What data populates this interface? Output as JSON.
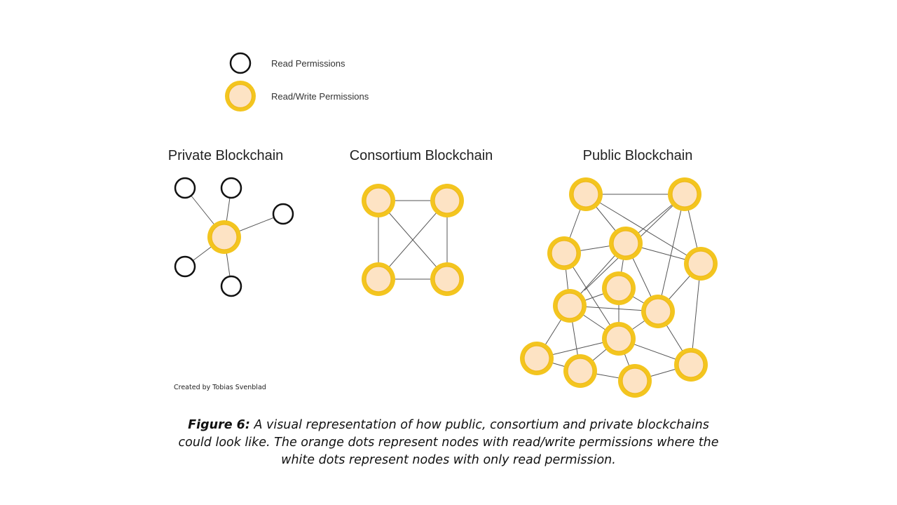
{
  "legend": {
    "read": "Read Permissions",
    "read_write": "Read/Write Permissions"
  },
  "sections": {
    "private": "Private Blockchain",
    "consortium": "Consortium Blockchain",
    "public": "Public Blockchain"
  },
  "credit": "Created by Tobias Svenblad",
  "caption": {
    "label": "Figure 6:",
    "line1": " A visual representation of how public, consortium and private blockchains",
    "line2": "could look like. The orange dots represent nodes with read/write permissions where the",
    "line3": "white dots represent nodes with only read permission."
  },
  "colors": {
    "rw_ring": "#f3c51f",
    "rw_fill": "#fde3c4",
    "rw_inner_stroke": "#f0b91a",
    "read_stroke": "#111111",
    "read_fill": "#ffffff"
  }
}
